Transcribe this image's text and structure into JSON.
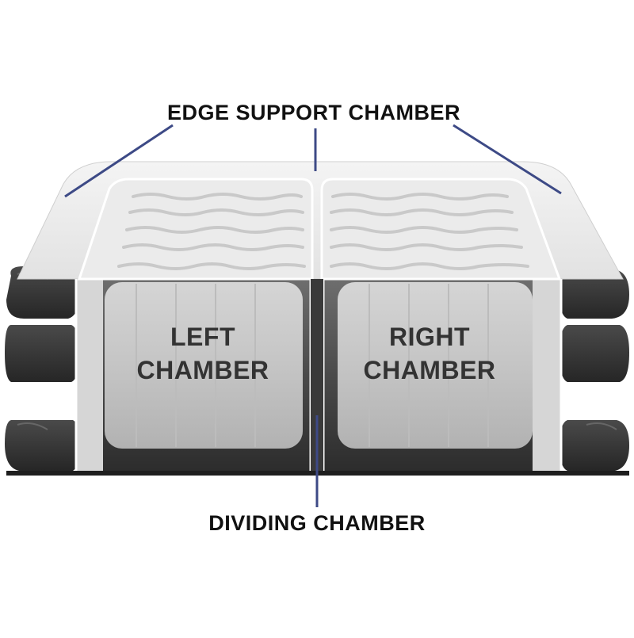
{
  "labels": {
    "edge_support": "EDGE SUPPORT CHAMBER",
    "dividing": "DIVIDING CHAMBER",
    "left_chamber_line1": "LEFT",
    "left_chamber_line2": "CHAMBER",
    "right_chamber_line1": "RIGHT",
    "right_chamber_line2": "CHAMBER"
  },
  "colors": {
    "leader_line": "#3d4a86",
    "mattress_top": "#eeeeee",
    "mattress_dark": "#2f2f2f",
    "chamber_fill": "#d9d9d9",
    "outline_white": "#ffffff"
  }
}
